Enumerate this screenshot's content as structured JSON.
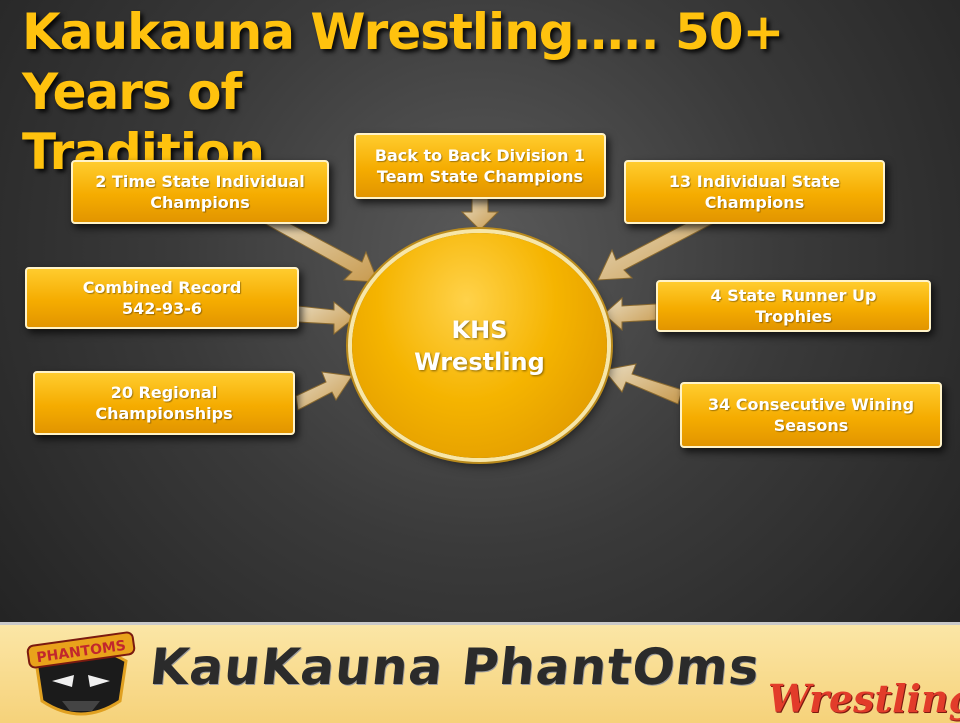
{
  "title": {
    "line1": "Kaukauna Wrestling….. 50+ Years of",
    "line2": "Tradition"
  },
  "hub": {
    "line1": "KHS",
    "line2": "Wrestling"
  },
  "nodes": [
    {
      "id": "back-to-back",
      "lines": [
        "Back to Back Division 1",
        "Team State Champions"
      ]
    },
    {
      "id": "two-time-state",
      "lines": [
        "2 Time State Individual",
        "Champions"
      ]
    },
    {
      "id": "thirteen-individual",
      "lines": [
        "13 Individual State",
        "Champions"
      ]
    },
    {
      "id": "combined-record",
      "lines": [
        "Combined Record",
        "542-93-6"
      ]
    },
    {
      "id": "runner-up",
      "lines": [
        "4 State Runner Up",
        "Trophies"
      ]
    },
    {
      "id": "regional",
      "lines": [
        "20 Regional",
        "Championships"
      ]
    },
    {
      "id": "consecutive",
      "lines": [
        "34 Consecutive Wining",
        "Seasons"
      ]
    }
  ],
  "footer": {
    "brand": "KauKauna PhantOms",
    "subtitle": "Wrestling",
    "logo_text": "PHANTOMS"
  },
  "colors": {
    "title": "#ffc20e",
    "node_fill": "#f5ac00",
    "hub_fill": "#f5b400",
    "footer_bg": "#f6d27a",
    "subtitle": "#e23c2a"
  }
}
